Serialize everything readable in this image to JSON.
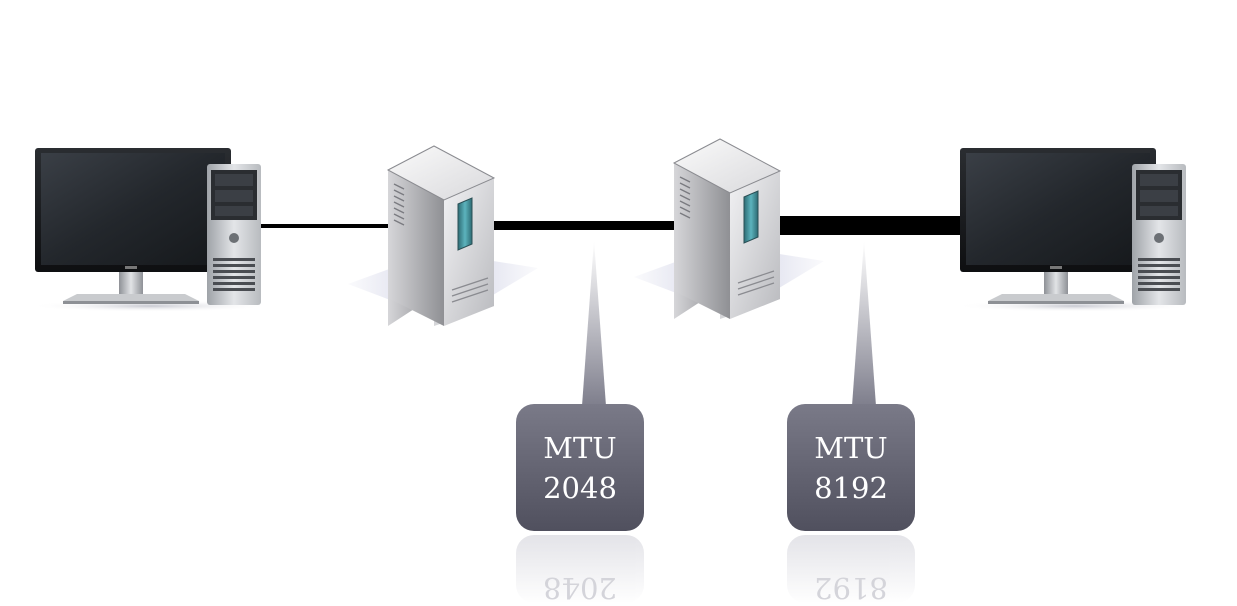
{
  "nodes": {
    "left_pc": {
      "icon": "desktop-computer-icon"
    },
    "router_a": {
      "icon": "server-tower-icon"
    },
    "router_b": {
      "icon": "server-tower-icon"
    },
    "right_pc": {
      "icon": "desktop-computer-icon"
    }
  },
  "links": [
    {
      "from": "left_pc",
      "to": "router_a",
      "weight": "thin"
    },
    {
      "from": "router_a",
      "to": "router_b",
      "weight": "medium"
    },
    {
      "from": "router_b",
      "to": "right_pc",
      "weight": "thick"
    }
  ],
  "callouts": [
    {
      "line1": "MTU",
      "line2": "2048",
      "link": "router_a-router_b"
    },
    {
      "line1": "MTU",
      "line2": "8192",
      "link": "router_b-right_pc"
    }
  ],
  "colors": {
    "link": "#000000",
    "callout": "#626272",
    "callout_text": "#ffffff",
    "screen": "#2e3238",
    "server_body": "#d8d8da",
    "server_accent": "#3f8d96"
  }
}
